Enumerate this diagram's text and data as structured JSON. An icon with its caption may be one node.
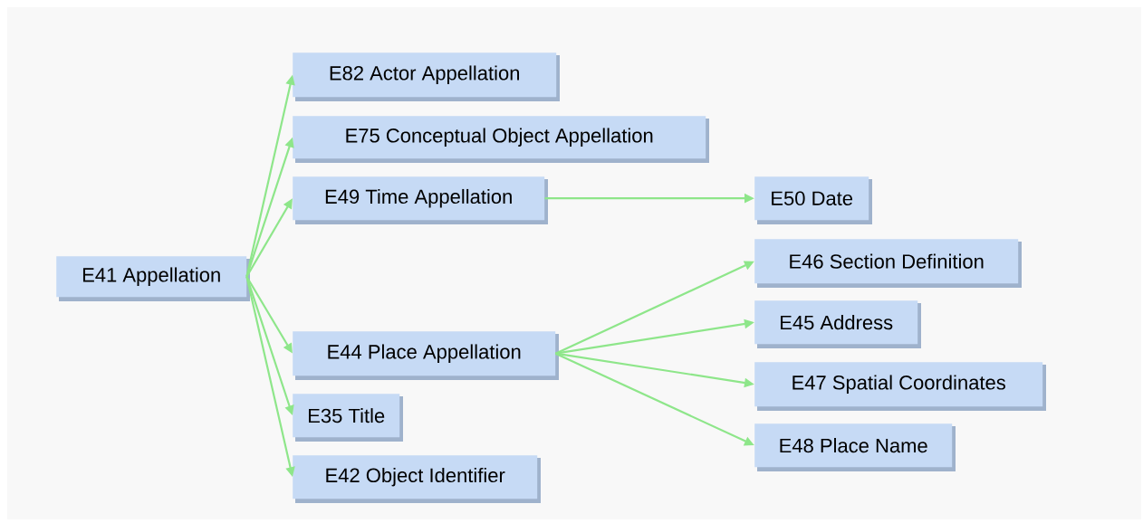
{
  "diagram": {
    "nodes": [
      {
        "text": [
          "E41 Appellation"
        ]
      },
      {
        "text": [
          "E82 Actor Appellation"
        ]
      },
      {
        "text": [
          "E75 Conceptual Object Appellation"
        ]
      },
      {
        "text": [
          "E49 Time Appellation"
        ]
      },
      {
        "text": [
          "E44 Place Appellation"
        ]
      },
      {
        "text": [
          "E35 Title"
        ]
      },
      {
        "text": [
          "E42 Object Identifier"
        ]
      },
      {
        "text": [
          "E50 Date"
        ]
      },
      {
        "text": [
          "E46 Section Definition"
        ]
      },
      {
        "text": [
          "E45 Address"
        ]
      },
      {
        "text": [
          "E47 Spatial Coordinates"
        ]
      },
      {
        "text": [
          "E48 Place Name"
        ]
      }
    ],
    "edges": [
      {
        "from": 0,
        "to": 1,
        "arrow": "to"
      },
      {
        "from": 0,
        "to": 2,
        "arrow": "to"
      },
      {
        "from": 0,
        "to": 3,
        "arrow": "to"
      },
      {
        "from": 0,
        "to": 4,
        "arrow": "to"
      },
      {
        "from": 0,
        "to": 5,
        "arrow": "to"
      },
      {
        "from": 0,
        "to": 6,
        "arrow": "to"
      },
      {
        "from": 3,
        "to": 7,
        "arrow": "to"
      },
      {
        "from": 4,
        "to": 8,
        "arrow": "to"
      },
      {
        "from": 4,
        "to": 9,
        "arrow": "to"
      },
      {
        "from": 4,
        "to": 10,
        "arrow": "to"
      },
      {
        "from": 4,
        "to": 11,
        "arrow": "to"
      }
    ]
  }
}
